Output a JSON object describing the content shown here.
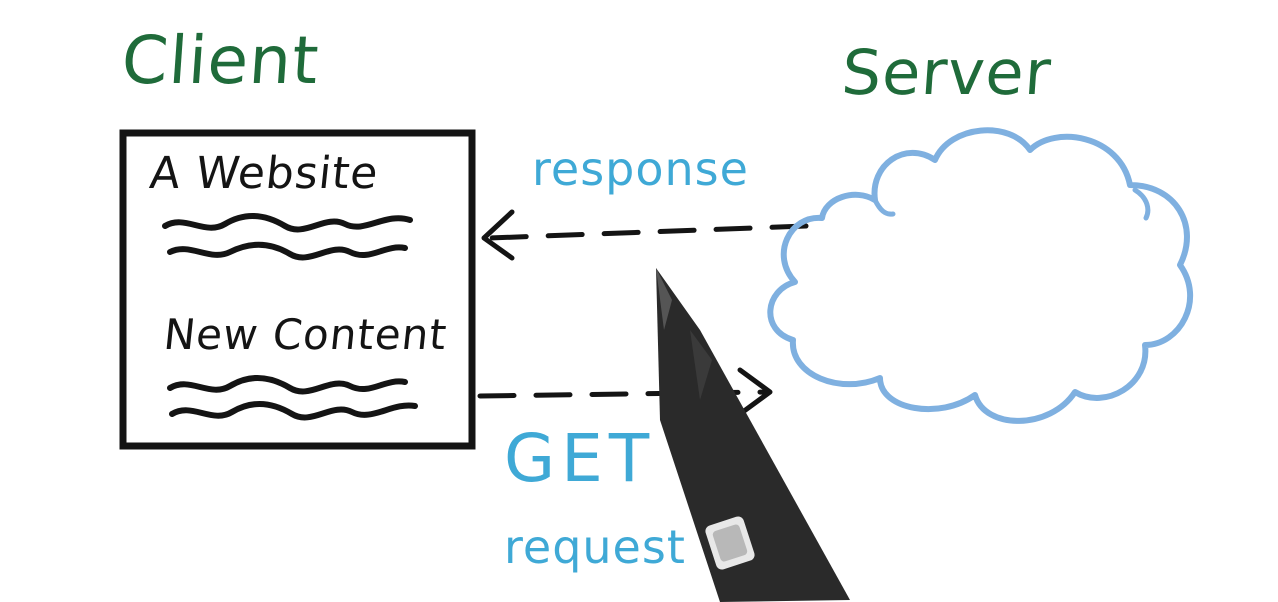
{
  "client": {
    "title": "Client"
  },
  "server": {
    "title": "Server"
  },
  "website": {
    "title": "A Website",
    "section_title": "New Content"
  },
  "arrows": {
    "response_label": "response",
    "get_label": "GET",
    "request_label": "request"
  },
  "colors": {
    "heading": "#1f6b3a",
    "annotation": "#3fa9d6",
    "ink": "#141414",
    "cloud": "#7fb0e0"
  }
}
